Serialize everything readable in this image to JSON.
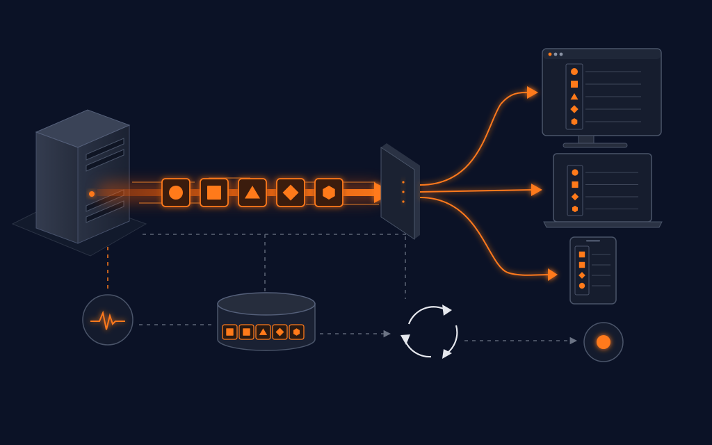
{
  "colors": {
    "background": "#0b1226",
    "accent": "#ff7a1a",
    "accent_glow": "#ff5a00",
    "panel": "#1a2133",
    "panel_edge": "#3a4254",
    "connector": "#6b7384",
    "cycle_arrows": "#e6e8ee"
  },
  "diagram": {
    "source": {
      "icon": "server-icon"
    },
    "stream_shapes": [
      "circle",
      "square",
      "triangle",
      "diamond",
      "hexagon"
    ],
    "gateway": {
      "icon": "router-icon"
    },
    "monitor": {
      "icon": "heartbeat-icon"
    },
    "buffer": {
      "icon": "database-icon",
      "shapes": [
        "square",
        "square",
        "triangle",
        "diamond",
        "hexagon"
      ]
    },
    "sync": {
      "icon": "refresh-cycle-icon"
    },
    "sink": {
      "icon": "status-dot-icon"
    },
    "clients": [
      {
        "device": "desktop-monitor-icon",
        "shapes": [
          "circle",
          "square",
          "triangle",
          "diamond",
          "hexagon"
        ]
      },
      {
        "device": "laptop-icon",
        "shapes": [
          "circle",
          "square",
          "diamond",
          "hexagon"
        ]
      },
      {
        "device": "tablet-icon",
        "shapes": [
          "square",
          "square",
          "diamond",
          "circle"
        ]
      }
    ]
  }
}
